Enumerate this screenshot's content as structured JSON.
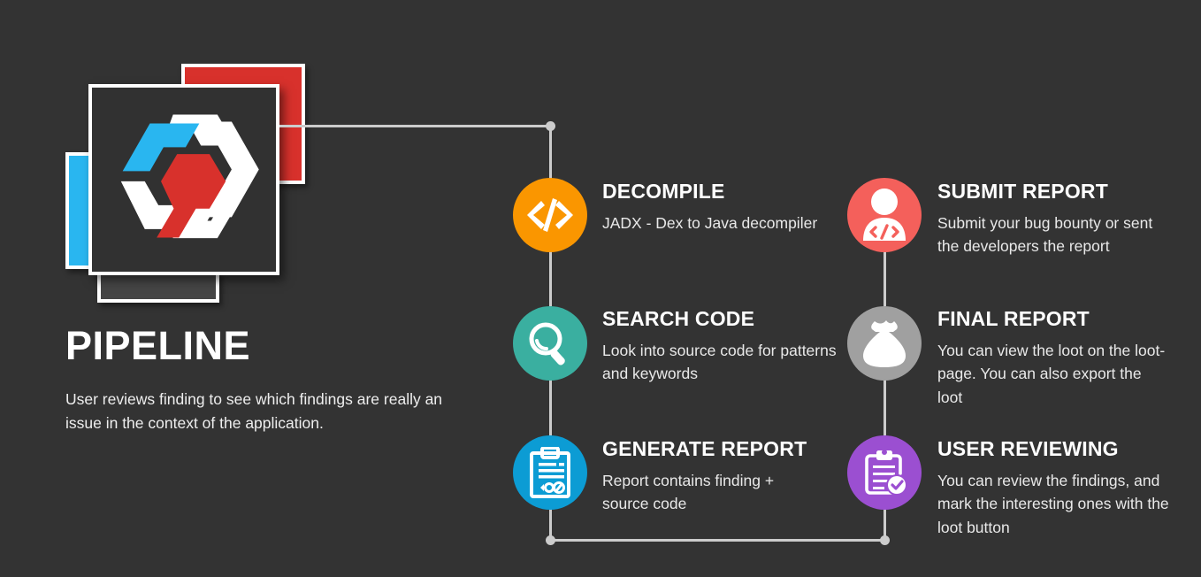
{
  "background_color": "#333333",
  "brand": {
    "logo_name": "pipeline-hexagon-logo",
    "card_colors": {
      "blue": "#29B6F0",
      "red": "#D8312C",
      "gray": "#454545",
      "main": "#313131"
    },
    "logo_colors": {
      "blue": "#29B6F0",
      "red": "#D8312C",
      "white": "#FFFFFF"
    }
  },
  "heading": {
    "title": "PIPELINE",
    "description": "User reviews finding to see which findings are really an issue in the context of the application."
  },
  "connector": {
    "color": "#CCCCCC",
    "dot_color": "#CCCCCC"
  },
  "steps": [
    {
      "id": "decompile",
      "title": "DECOMPILE",
      "description": "JADX - Dex to Java decompiler",
      "color": "#FA9600",
      "icon": "code-brackets-icon",
      "column": "left"
    },
    {
      "id": "search-code",
      "title": "SEARCH CODE",
      "description": "Look into source code for patterns and keywords",
      "color": "#3AAFA0",
      "icon": "magnifier-icon",
      "column": "left"
    },
    {
      "id": "generate-report",
      "title": "GENERATE REPORT",
      "description": "Report contains finding + source code",
      "color": "#0C9CD4",
      "icon": "clipboard-code-icon",
      "column": "left"
    },
    {
      "id": "submit-report",
      "title": "SUBMIT REPORT",
      "description": "Submit your bug bounty or sent the developers the report",
      "color": "#F4605B",
      "icon": "person-code-icon",
      "column": "right"
    },
    {
      "id": "final-report",
      "title": "FINAL REPORT",
      "description": "You can view the loot on the loot-page. You can also export the loot",
      "color": "#A0A0A0",
      "icon": "money-bag-icon",
      "column": "right"
    },
    {
      "id": "user-reviewing",
      "title": "USER REVIEWING",
      "description": "You can review the findings, and mark the interesting ones with the loot button",
      "color": "#9B4FD1",
      "icon": "clipboard-check-icon",
      "column": "right"
    }
  ]
}
